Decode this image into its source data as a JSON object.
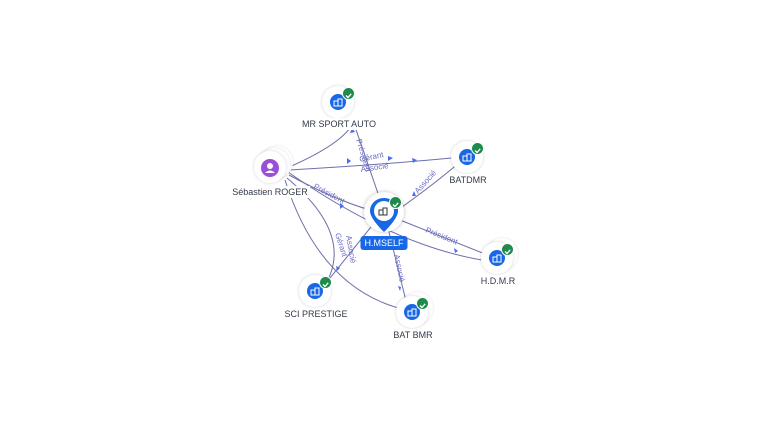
{
  "nodes": {
    "center": {
      "label": "H.MSELF",
      "icon": "building-icon",
      "verified": true
    },
    "mr_sport_auto": {
      "label": "MR SPORT AUTO",
      "icon": "building-icon",
      "verified": true
    },
    "batdmr": {
      "label": "BATDMR",
      "icon": "building-icon",
      "verified": true
    },
    "sebastien": {
      "label": "Sébastien ROGER",
      "icon": "person-icon"
    },
    "hdmr": {
      "label": "H.D.M.R",
      "icon": "building-icon",
      "verified": true
    },
    "sci_prestige": {
      "label": "SCI PRESTIGE",
      "icon": "building-icon",
      "verified": true
    },
    "bat_bmr": {
      "label": "BAT BMR",
      "icon": "building-icon",
      "verified": true
    }
  },
  "edges": [
    {
      "label": "Président"
    },
    {
      "label": "Gérant"
    },
    {
      "label": "Associé"
    },
    {
      "label": "Président"
    },
    {
      "label": "Associé"
    },
    {
      "label": "Président"
    },
    {
      "label": "Associé"
    },
    {
      "label": "Gérant"
    },
    {
      "label": "Associé"
    }
  ],
  "colors": {
    "company": "#1767e6",
    "person": "#9a4fd8",
    "verified": "#1f8a4c",
    "edge": "#6e6fa8",
    "edge_label": "#6b6ec2"
  }
}
